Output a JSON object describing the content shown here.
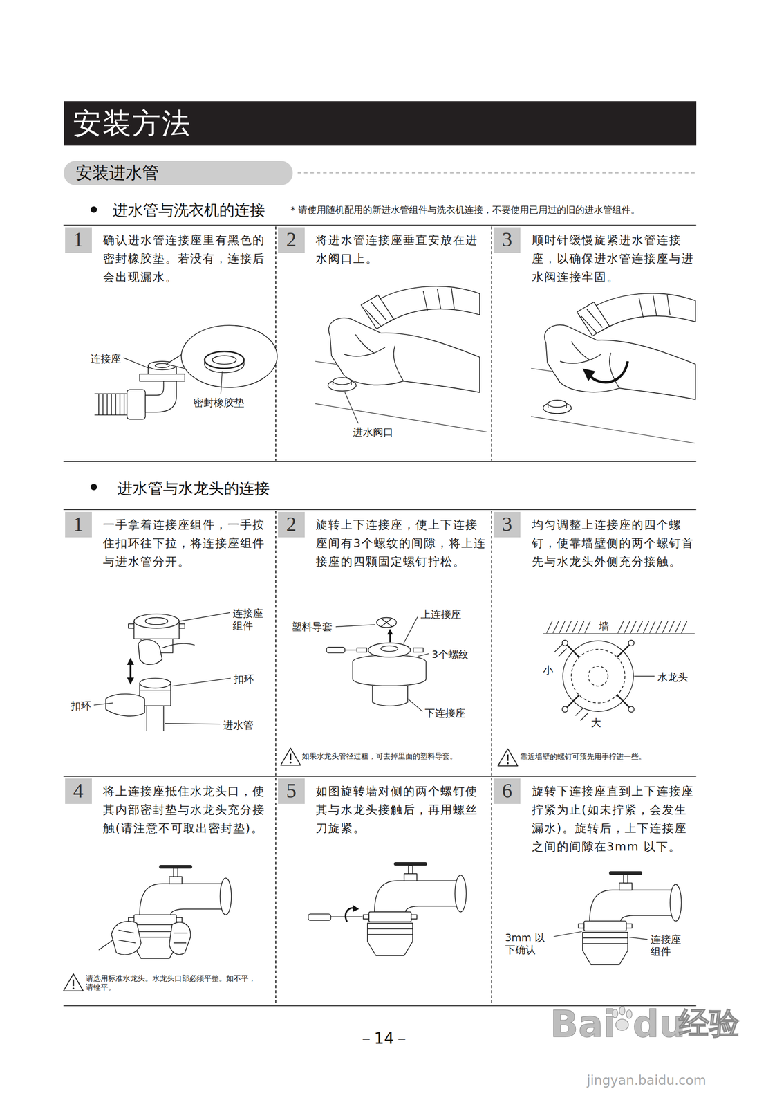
{
  "diagram": {
    "nodes": [
      {
        "text": [
          "安装方法"
        ]
      },
      {
        "text": [
          "安装进水管"
        ]
      },
      {
        "text": [
          "确认进水管连接座里有黑色的密封橡胶垫。若没有，连接后会出现漏水。"
        ]
      },
      {
        "text": [
          "1"
        ],
        "in": 2
      },
      {
        "text": [
          "将进水管连接座垂直安放在进水阀口上。"
        ]
      },
      {
        "text": [
          "2"
        ],
        "in": 4
      },
      {
        "text": [
          "顺时针缓慢旋紧进水管连接座，以确保进水管连接座与进水阀连接牢固。"
        ]
      },
      {
        "text": [
          "3"
        ],
        "in": 6
      },
      {
        "text": [
          "一手拿着连接座组件，一手按住扣环往下拉，将连接座组件与进水管分开。"
        ]
      },
      {
        "text": [
          "1"
        ],
        "in": 8
      },
      {
        "text": [
          "旋转上下连接座，使上下连接座间有3个螺纹的间隙，将上连接座的四颗固定螺钉拧松。"
        ]
      },
      {
        "text": [
          "2"
        ],
        "in": 10
      },
      {
        "text": [
          "均匀调整上连接座的四个螺钉，使靠墙壁侧的两个螺钉首先与水龙头外侧充分接触。"
        ]
      },
      {
        "text": [
          "3"
        ],
        "in": 12
      },
      {
        "text": [
          "将上连接座抵住水龙头口，使其内部密封垫与水龙头充分接触(请注意不可取出密封垫)。"
        ]
      },
      {
        "text": [
          "4"
        ],
        "in": 14
      },
      {
        "text": [
          "如图旋转墙对侧的两个螺钉使其与水龙头接触后，再用螺丝刀旋紧。"
        ]
      },
      {
        "text": [
          "5"
        ],
        "in": 16
      },
      {
        "text": [
          "旋转下连接座直到上下连接座拧紧为止(如未拧紧，会发生漏水)。旋转后，上下连接座之间的间隙在3mm 以下。"
        ]
      },
      {
        "text": [
          "6"
        ],
        "in": 18
      }
    ],
    "labels": [
      "进水管与洗衣机的连接",
      "* 请使用随机配用的新进水管组件与洗衣机连接，不要使用已用过的旧的进水管组件。",
      "连接座",
      "密封橡胶垫",
      "进水阀口",
      "进水管与水龙头的连接",
      "连接座组件",
      "扣环",
      "扣环",
      "进水管",
      "塑料导套",
      "上连接座",
      "3个螺纹",
      "下连接座",
      "如果水龙头管径过粗，可去掉里面的塑料导套。",
      "墙",
      "小",
      "大",
      "水龙头",
      "靠近墙壁的螺钉可预先用手拧进一些。",
      "请选用标准水龙头。水龙头口部必须平整。如不平，请锉平。",
      "3mm 以下确认",
      "连接座组件",
      "－14－",
      "Bai",
      "du",
      "经验",
      "jingyan.baidu.com"
    ]
  }
}
